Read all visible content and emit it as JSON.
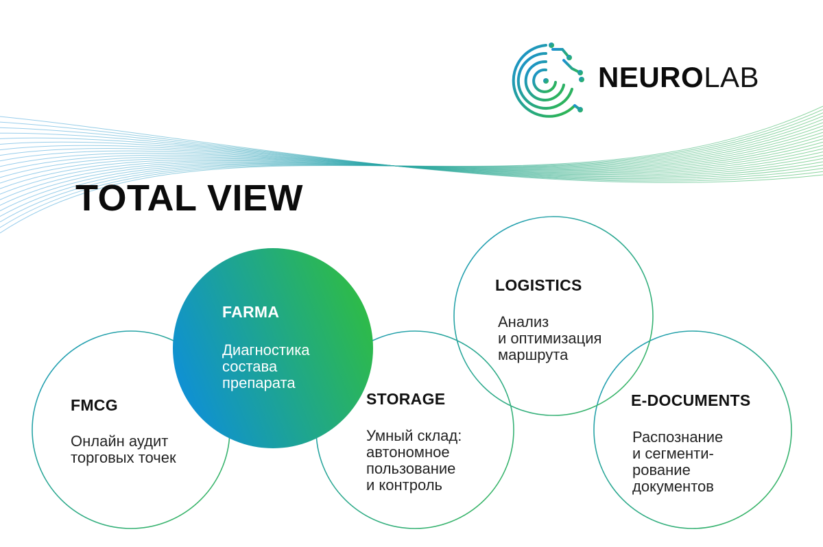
{
  "brand": {
    "name_bold": "NEURO",
    "name_light": "LAB"
  },
  "title": "TOTAL VIEW",
  "colors": {
    "accent_blue": "#1a8fd6",
    "accent_green": "#2fb84a",
    "circle_stroke": "#3aa89a"
  },
  "nodes": [
    {
      "label": "FMCG",
      "lines": [
        "Онлайн аудит",
        "торговых точек"
      ]
    },
    {
      "label": "FARMA",
      "lines": [
        "Диагностика",
        "состава",
        "препарата"
      ]
    },
    {
      "label": "STORAGE",
      "lines": [
        "Умный склад:",
        "автономное",
        "пользование",
        "и контроль"
      ]
    },
    {
      "label": "LOGISTICS",
      "lines": [
        "Анализ",
        "и оптимизация",
        "маршрута"
      ]
    },
    {
      "label": "E-DOCUMENTS",
      "lines": [
        "Распознание",
        "и сегменти-",
        "рование",
        "документов"
      ]
    }
  ]
}
